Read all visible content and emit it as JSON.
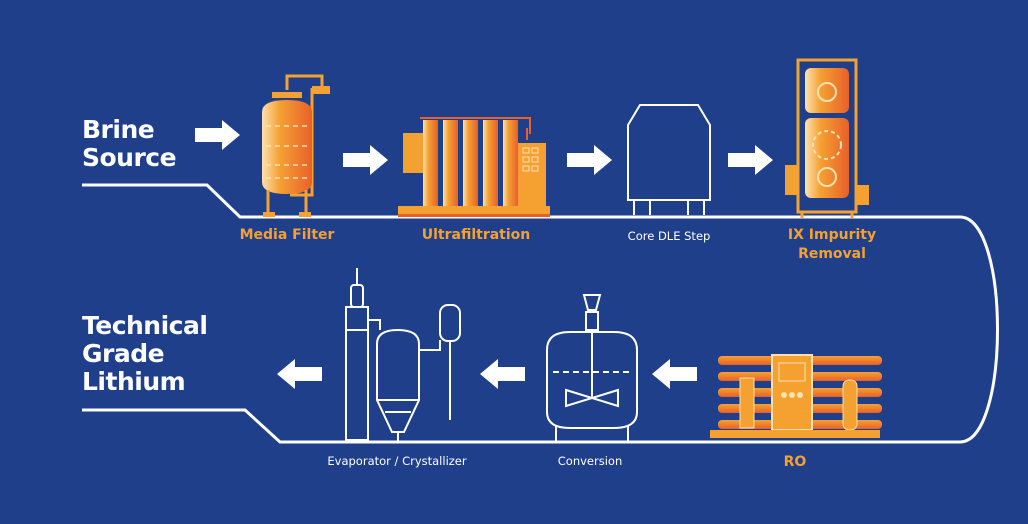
{
  "source_title": [
    "Brine",
    "Source"
  ],
  "output_title": [
    "Technical",
    "Grade",
    "Lithium"
  ],
  "steps": [
    {
      "label": "Media Filter",
      "highlight": true
    },
    {
      "label": "Ultrafiltration",
      "highlight": true
    },
    {
      "label": "Core DLE Step",
      "highlight": false
    },
    {
      "label": [
        "IX Impurity",
        "Removal"
      ],
      "highlight": true
    },
    {
      "label": "RO",
      "highlight": true
    },
    {
      "label": "Conversion",
      "highlight": false
    },
    {
      "label": "Evaporator / Crystallizer",
      "highlight": false
    }
  ],
  "colors": {
    "background": "#1f3f8a",
    "accent": "#f5a132",
    "accent_dark": "#e8602a",
    "line": "#ffffff"
  }
}
